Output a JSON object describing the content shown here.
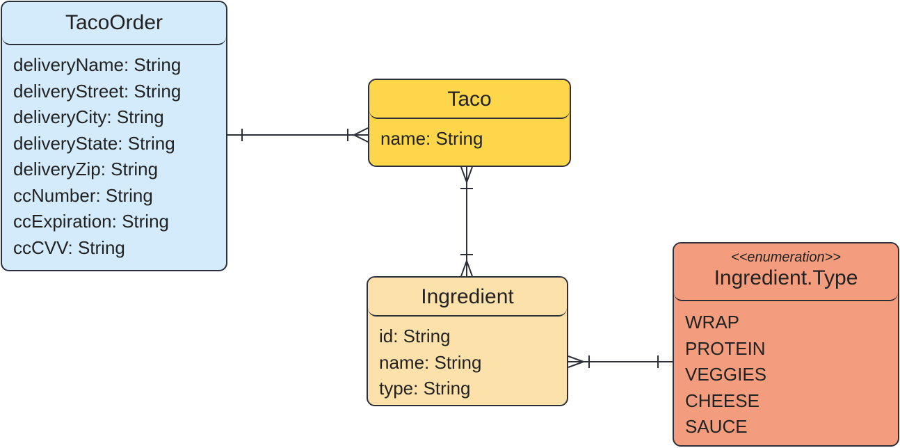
{
  "entities": {
    "taco_order": {
      "title": "TacoOrder",
      "attributes": [
        "deliveryName: String",
        "deliveryStreet: String",
        "deliveryCity: String",
        "deliveryState: String",
        "deliveryZip: String",
        "ccNumber: String",
        "ccExpiration: String",
        "ccCVV: String"
      ]
    },
    "taco": {
      "title": "Taco",
      "attributes": [
        "name: String"
      ]
    },
    "ingredient": {
      "title": "Ingredient",
      "attributes": [
        "id: String",
        "name: String",
        "type: String"
      ]
    },
    "ingredient_type": {
      "stereotype": "<<enumeration>>",
      "title": "Ingredient.Type",
      "values": [
        "WRAP",
        "PROTEIN",
        "VEGGIES",
        "CHEESE",
        "SAUCE"
      ]
    }
  },
  "relationships": [
    {
      "from": "TacoOrder",
      "to": "Taco",
      "from_end": "one",
      "to_end": "one-or-many"
    },
    {
      "from": "Taco",
      "to": "Ingredient",
      "from_end": "one-or-many",
      "to_end": "one-or-many"
    },
    {
      "from": "Ingredient",
      "to": "Ingredient.Type",
      "from_end": "one-or-many",
      "to_end": "one"
    }
  ],
  "colors": {
    "taco_order": "#d3ebfb",
    "taco": "#fdd649",
    "ingredient": "#fde1ab",
    "ingredient_type": "#f39d7e",
    "border": "#2c2f3a"
  }
}
